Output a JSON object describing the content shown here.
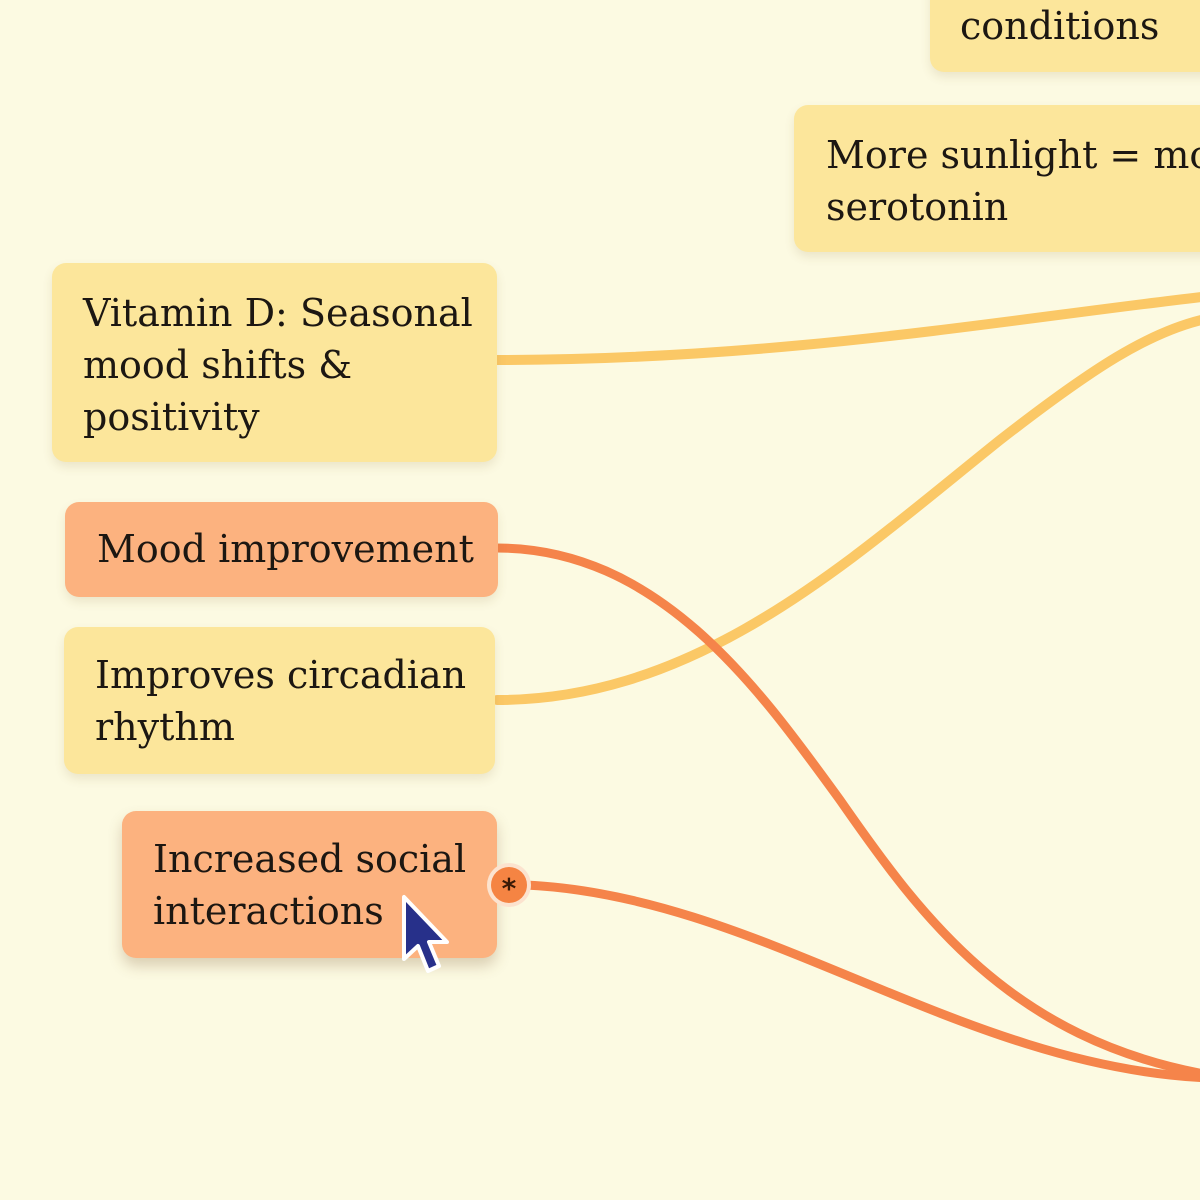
{
  "nodes": {
    "conditions": {
      "text": "conditions"
    },
    "sunlight": {
      "line1": "More sunlight = more",
      "line2": "serotonin"
    },
    "vitamin_d": {
      "line1": "Vitamin D: Seasonal",
      "line2": "mood shifts &",
      "line3": "positivity"
    },
    "mood": {
      "text": "Mood improvement"
    },
    "circadian": {
      "line1": "Improves circadian",
      "line2": "rhythm"
    },
    "social": {
      "line1": "Increased social",
      "line2": "interactions"
    }
  },
  "port": {
    "symbol": "*"
  },
  "colors": {
    "background": "#fcfae2",
    "node_yellow": "#fce69b",
    "node_orange": "#fcb27f",
    "edge_yellow": "#fbc866",
    "edge_orange": "#f5844a",
    "cursor": "#27308a"
  },
  "icons": {
    "port": "connector-handle-icon",
    "cursor": "mouse-pointer-icon"
  }
}
